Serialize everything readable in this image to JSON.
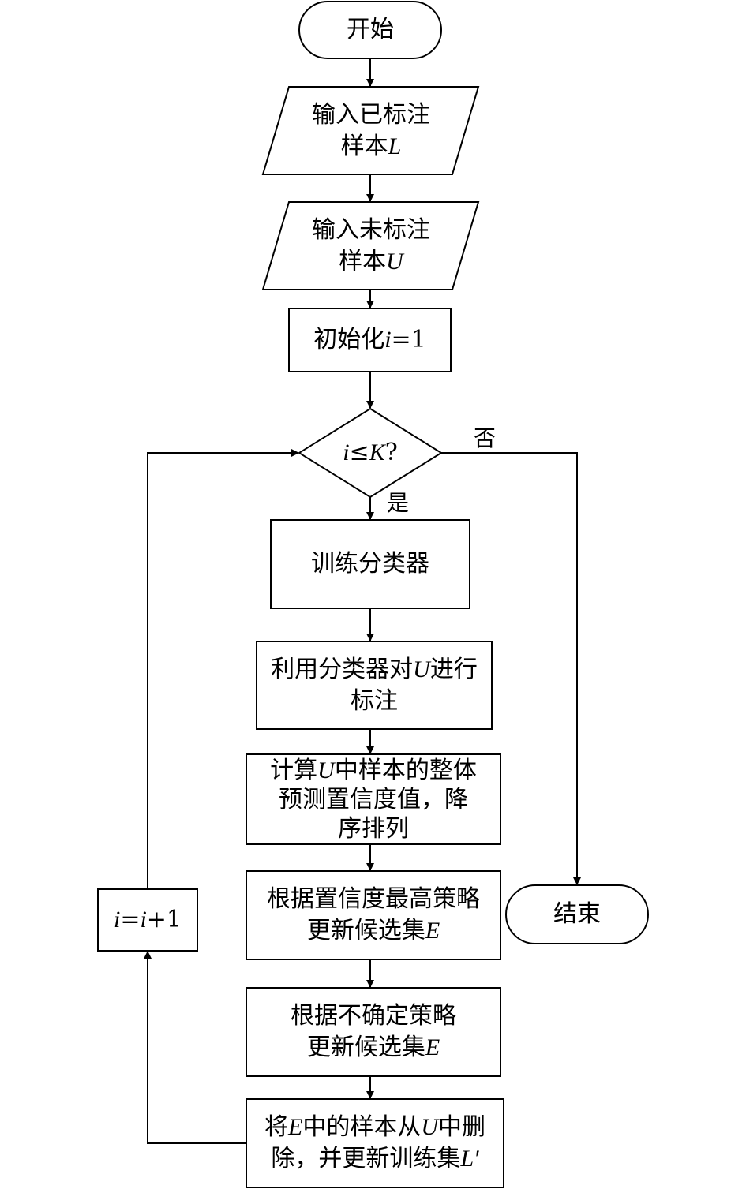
{
  "nodes": {
    "start": {
      "text": "开始"
    },
    "input_labeled": {
      "line1": "输入已标注",
      "line2_prefix": "样本",
      "line2_var": "L"
    },
    "input_unlabeled": {
      "line1": "输入未标注",
      "line2_prefix": "样本",
      "line2_var": "U"
    },
    "init": {
      "prefix": "初始化",
      "var": "i",
      "suffix": "=1"
    },
    "decision": {
      "var_i": "i",
      "op": "≤",
      "var_k": "K",
      "suffix": "?"
    },
    "train": {
      "text": "训练分类器"
    },
    "label_u": {
      "line1_prefix": "利用分类器对",
      "line1_var": "U",
      "line1_suffix": "进行",
      "line2": "标注"
    },
    "compute": {
      "line1_prefix": "计算",
      "line1_var": "U",
      "line1_suffix": "中样本的整体",
      "line2": "预测置信度值，降",
      "line3": "序排列"
    },
    "update_conf": {
      "line1": "根据置信度最高策略",
      "line2_prefix": "更新候选集",
      "line2_var": "E"
    },
    "update_unc": {
      "line1": "根据不确定策略",
      "line2_prefix": "更新候选集",
      "line2_var": "E"
    },
    "remove": {
      "line1_prefix": "将",
      "line1_var1": "E",
      "line1_mid": "中的样本从",
      "line1_var2": "U",
      "line1_suffix": "中删",
      "line2_prefix": "除，并更新训练集",
      "line2_var": "L′"
    },
    "increment": {
      "var1": "i",
      "eq": "=",
      "var2": "i",
      "suffix": "+1"
    },
    "end": {
      "text": "结束"
    }
  },
  "edges": {
    "yes_label": "是",
    "no_label": "否"
  },
  "colors": {
    "stroke": "#000000",
    "fill": "#ffffff",
    "text": "#000000"
  }
}
